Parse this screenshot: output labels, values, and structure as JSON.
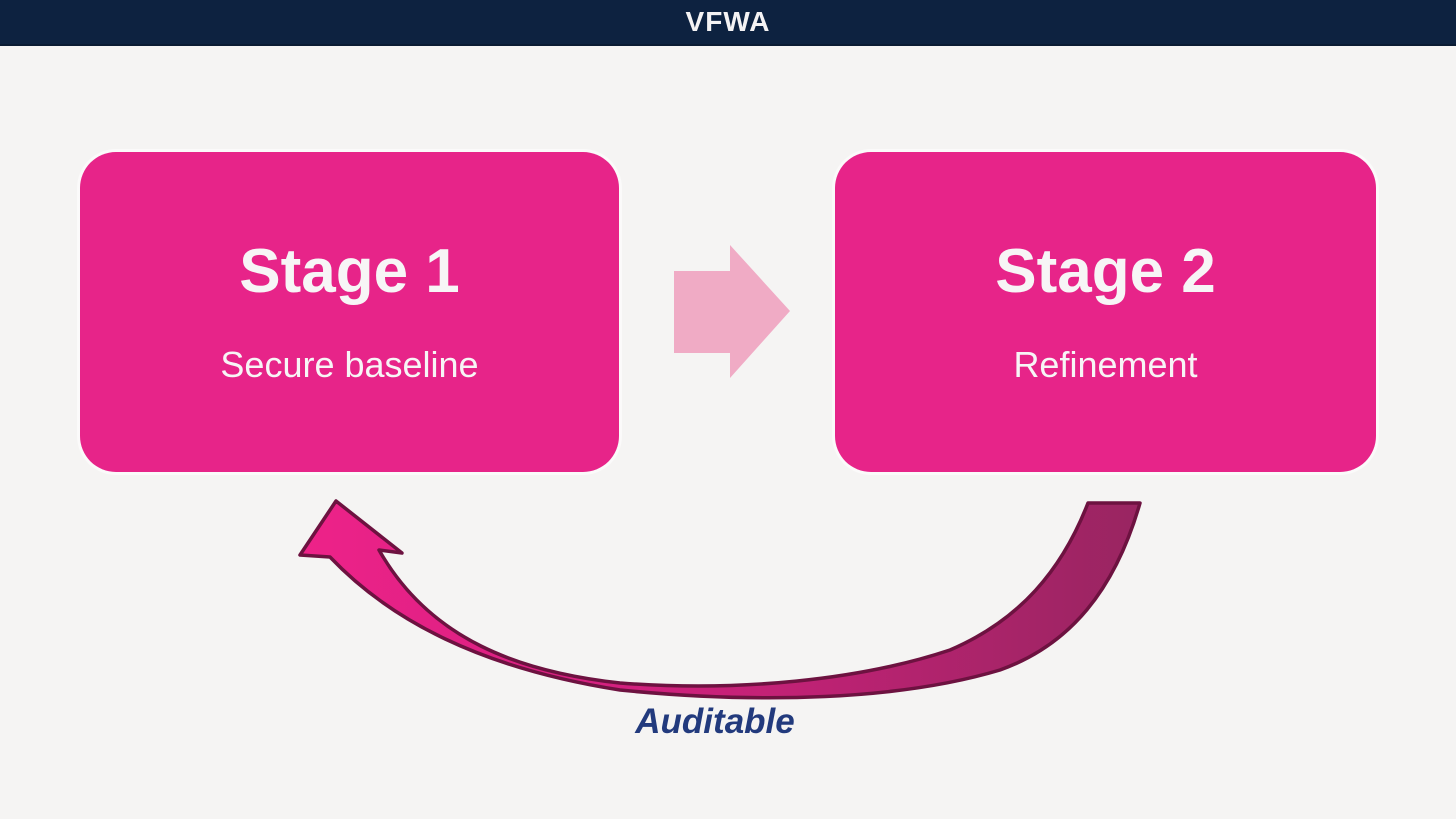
{
  "header": {
    "title": "VFWA",
    "bg_color": "#0d2240",
    "text_color": "#f4f3f4"
  },
  "page": {
    "bg_color": "#f5f4f3"
  },
  "stages": [
    {
      "title": "Stage 1",
      "subtitle": "Secure baseline",
      "fill": "#e72489",
      "text_color": "#f7f5f6"
    },
    {
      "title": "Stage 2",
      "subtitle": "Refinement",
      "fill": "#e72489",
      "text_color": "#f7f5f6"
    }
  ],
  "forward_arrow": {
    "icon": "block-arrow-right",
    "fill": "#f0abc5"
  },
  "feedback_arrow": {
    "icon": "curved-arrow-left",
    "label": "Auditable",
    "label_color": "#223a7d",
    "stroke": "#6d1240",
    "gradient": [
      "#ee2289",
      "#d62080",
      "#992561"
    ]
  }
}
